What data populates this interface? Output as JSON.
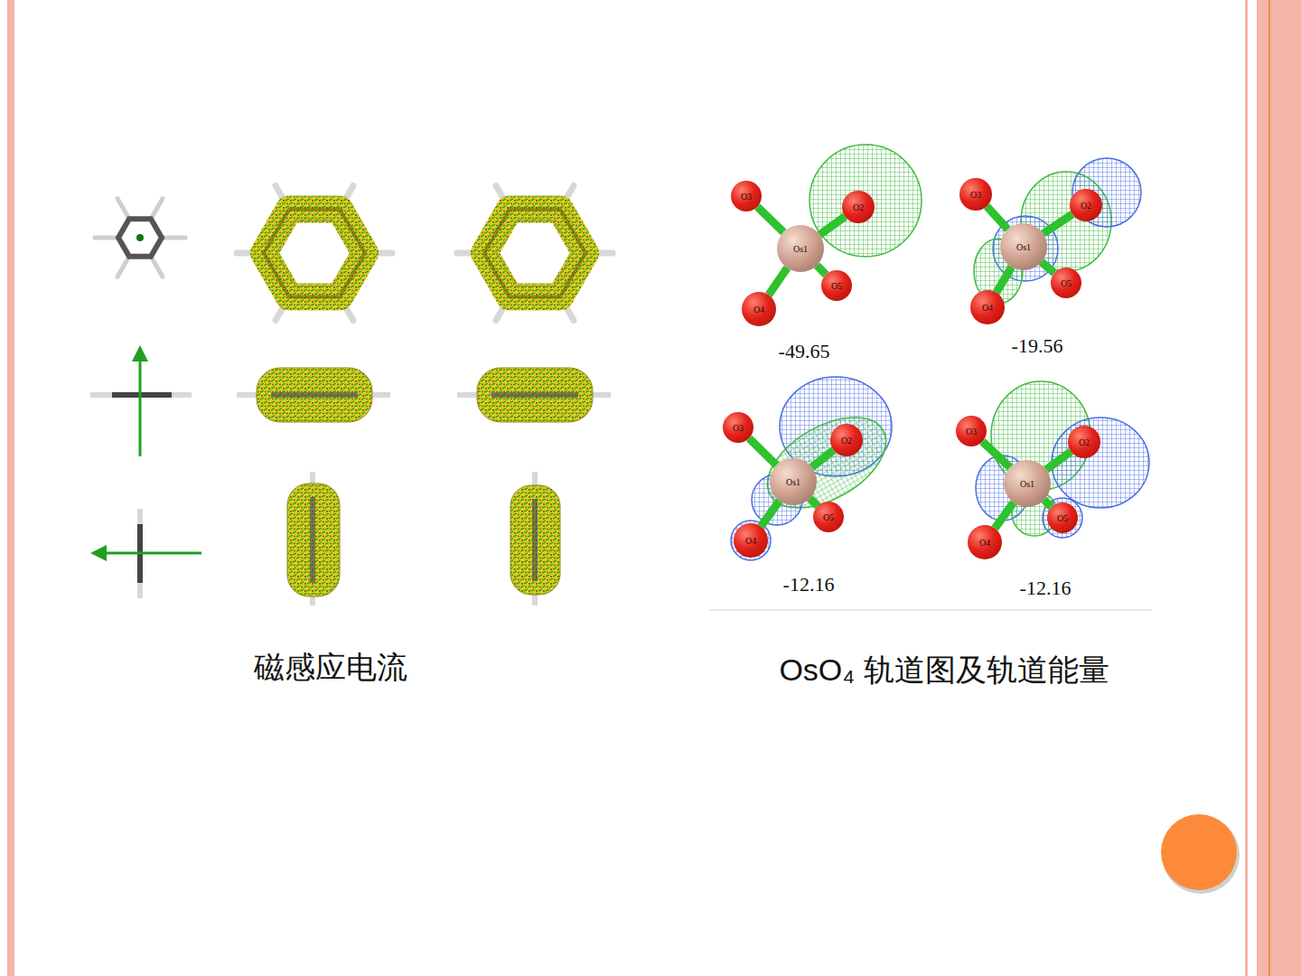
{
  "diagram": {
    "nodes": [
      {
        "text": [
          "O3"
        ]
      },
      {
        "text": [
          "O2"
        ]
      },
      {
        "text": [
          "Os1"
        ]
      },
      {
        "text": [
          "O5"
        ]
      },
      {
        "text": [
          "O4"
        ]
      },
      {
        "text": [
          "O3"
        ]
      },
      {
        "text": [
          "O2"
        ]
      },
      {
        "text": [
          "Os1"
        ]
      },
      {
        "text": [
          "O5"
        ]
      },
      {
        "text": [
          "O4"
        ]
      },
      {
        "text": [
          "O3"
        ]
      },
      {
        "text": [
          "O2"
        ]
      },
      {
        "text": [
          "Os1"
        ]
      },
      {
        "text": [
          "O5"
        ]
      },
      {
        "text": [
          "O4"
        ]
      },
      {
        "text": [
          "O3"
        ]
      },
      {
        "text": [
          "O2"
        ]
      },
      {
        "text": [
          "Os1"
        ]
      },
      {
        "text": [
          "O5"
        ]
      },
      {
        "text": [
          "O4"
        ]
      }
    ],
    "edges": [
      {
        "from": 2,
        "to": 0,
        "arrow": "none"
      },
      {
        "from": 2,
        "to": 1,
        "arrow": "none"
      },
      {
        "from": 2,
        "to": 3,
        "arrow": "none"
      },
      {
        "from": 2,
        "to": 4,
        "arrow": "none"
      },
      {
        "from": 7,
        "to": 5,
        "arrow": "none"
      },
      {
        "from": 7,
        "to": 6,
        "arrow": "none"
      },
      {
        "from": 7,
        "to": 8,
        "arrow": "none"
      },
      {
        "from": 7,
        "to": 9,
        "arrow": "none"
      },
      {
        "from": 12,
        "to": 10,
        "arrow": "none"
      },
      {
        "from": 12,
        "to": 11,
        "arrow": "none"
      },
      {
        "from": 12,
        "to": 13,
        "arrow": "none"
      },
      {
        "from": 12,
        "to": 14,
        "arrow": "none"
      },
      {
        "from": 17,
        "to": 15,
        "arrow": "none"
      },
      {
        "from": 17,
        "to": 16,
        "arrow": "none"
      },
      {
        "from": 17,
        "to": 18,
        "arrow": "none"
      },
      {
        "from": 17,
        "to": 19,
        "arrow": "none"
      }
    ],
    "labels": [
      "-49.65",
      "-19.56",
      "-12.16",
      "-12.16",
      "磁感应电流",
      "OsO₄ 轨道图及轨道能量"
    ]
  }
}
